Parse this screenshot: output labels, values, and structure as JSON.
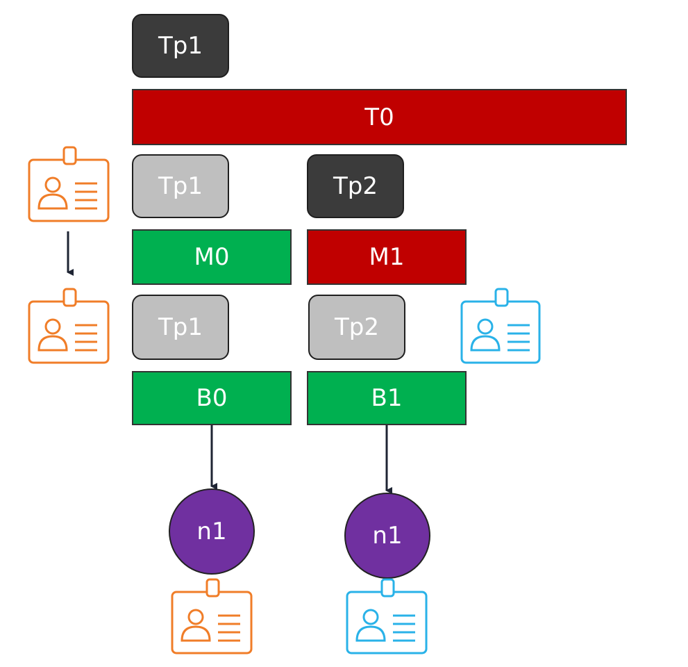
{
  "labels": {
    "tp1_top": "Tp1",
    "t0": "T0",
    "tp1_row2": "Tp1",
    "tp2_row2": "Tp2",
    "m0": "M0",
    "m1": "M1",
    "tp1_row3": "Tp1",
    "tp2_row3": "Tp2",
    "b0": "B0",
    "b1": "B1",
    "node_left": "n1",
    "node_right": "n1"
  },
  "colors": {
    "tp_dark": "#3b3b3b",
    "tp_light": "#bfbfbf",
    "red": "#c00000",
    "green": "#00b050",
    "node": "#7030a0",
    "badge_orange": "#f07d28",
    "badge_blue": "#29b2e8"
  },
  "icons": [
    "id-badge-icon-orange",
    "id-badge-icon-orange",
    "id-badge-icon-blue",
    "id-badge-icon-orange",
    "id-badge-icon-blue",
    "arrow-down-icon"
  ]
}
